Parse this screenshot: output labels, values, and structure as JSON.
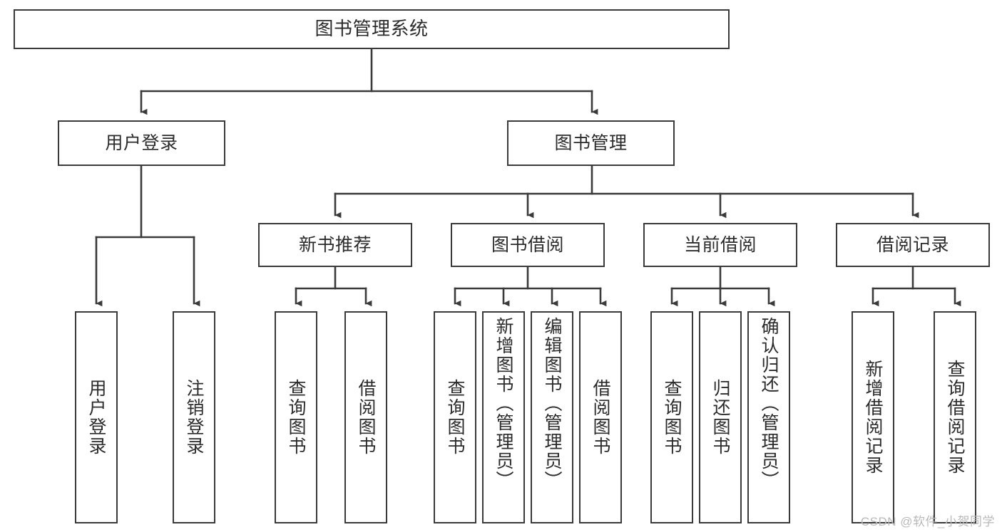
{
  "diagram": {
    "title": "图书管理系统",
    "type": "tree",
    "watermark": "CSDN @软件_小贺同学",
    "line_color": "#3a3a3a",
    "box_fill": "#ffffff",
    "text_color": "#2b2b2b",
    "nodes": {
      "root": {
        "label": "图书管理系统"
      },
      "level2": [
        {
          "label": "用户登录"
        },
        {
          "label": "图书管理"
        }
      ],
      "level3": [
        {
          "label": "新书推荐"
        },
        {
          "label": "图书借阅"
        },
        {
          "label": "当前借阅"
        },
        {
          "label": "借阅记录"
        }
      ],
      "leaves": {
        "user_login": [
          {
            "label": "用户登录"
          },
          {
            "label": "注销登录"
          }
        ],
        "new_book": [
          {
            "label": "查询图书"
          },
          {
            "label": "借阅图书"
          }
        ],
        "borrow_book": [
          {
            "label": "查询图书"
          },
          {
            "label": "新增图书（管理员）"
          },
          {
            "label": "编辑图书（管理员）"
          },
          {
            "label": "借阅图书"
          }
        ],
        "current_borrow": [
          {
            "label": "查询图书"
          },
          {
            "label": "归还图书"
          },
          {
            "label": "确认归还（管理员）"
          }
        ],
        "borrow_record": [
          {
            "label": "新增借阅记录"
          },
          {
            "label": "查询借阅记录"
          }
        ]
      }
    }
  }
}
